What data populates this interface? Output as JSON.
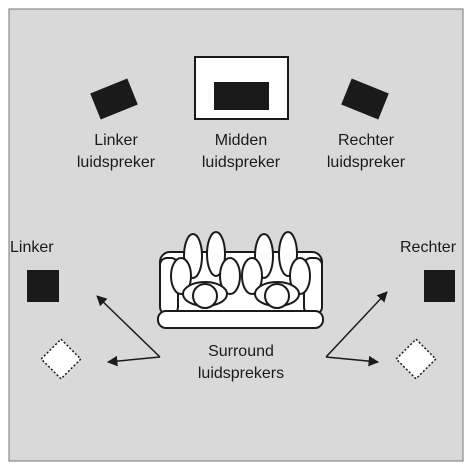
{
  "speakers": {
    "left_front": {
      "line1": "Linker",
      "line2": "luidspreker"
    },
    "center": {
      "line1": "Midden",
      "line2": "luidspreker"
    },
    "right_front": {
      "line1": "Rechter",
      "line2": "luidspreker"
    },
    "side_left": {
      "label": "Linker"
    },
    "side_right": {
      "label": "Rechter"
    },
    "surround": {
      "line1": "Surround",
      "line2": "luidsprekers"
    }
  },
  "colors": {
    "room_bg": "#d9d9d9",
    "speaker": "#1a1a1a",
    "outline": "#1a1a1a",
    "sofa_fill": "#ffffff"
  },
  "icons": {
    "tv": "television-icon",
    "sofa": "sofa-with-listeners-icon",
    "arrows": "arrow-icon"
  }
}
